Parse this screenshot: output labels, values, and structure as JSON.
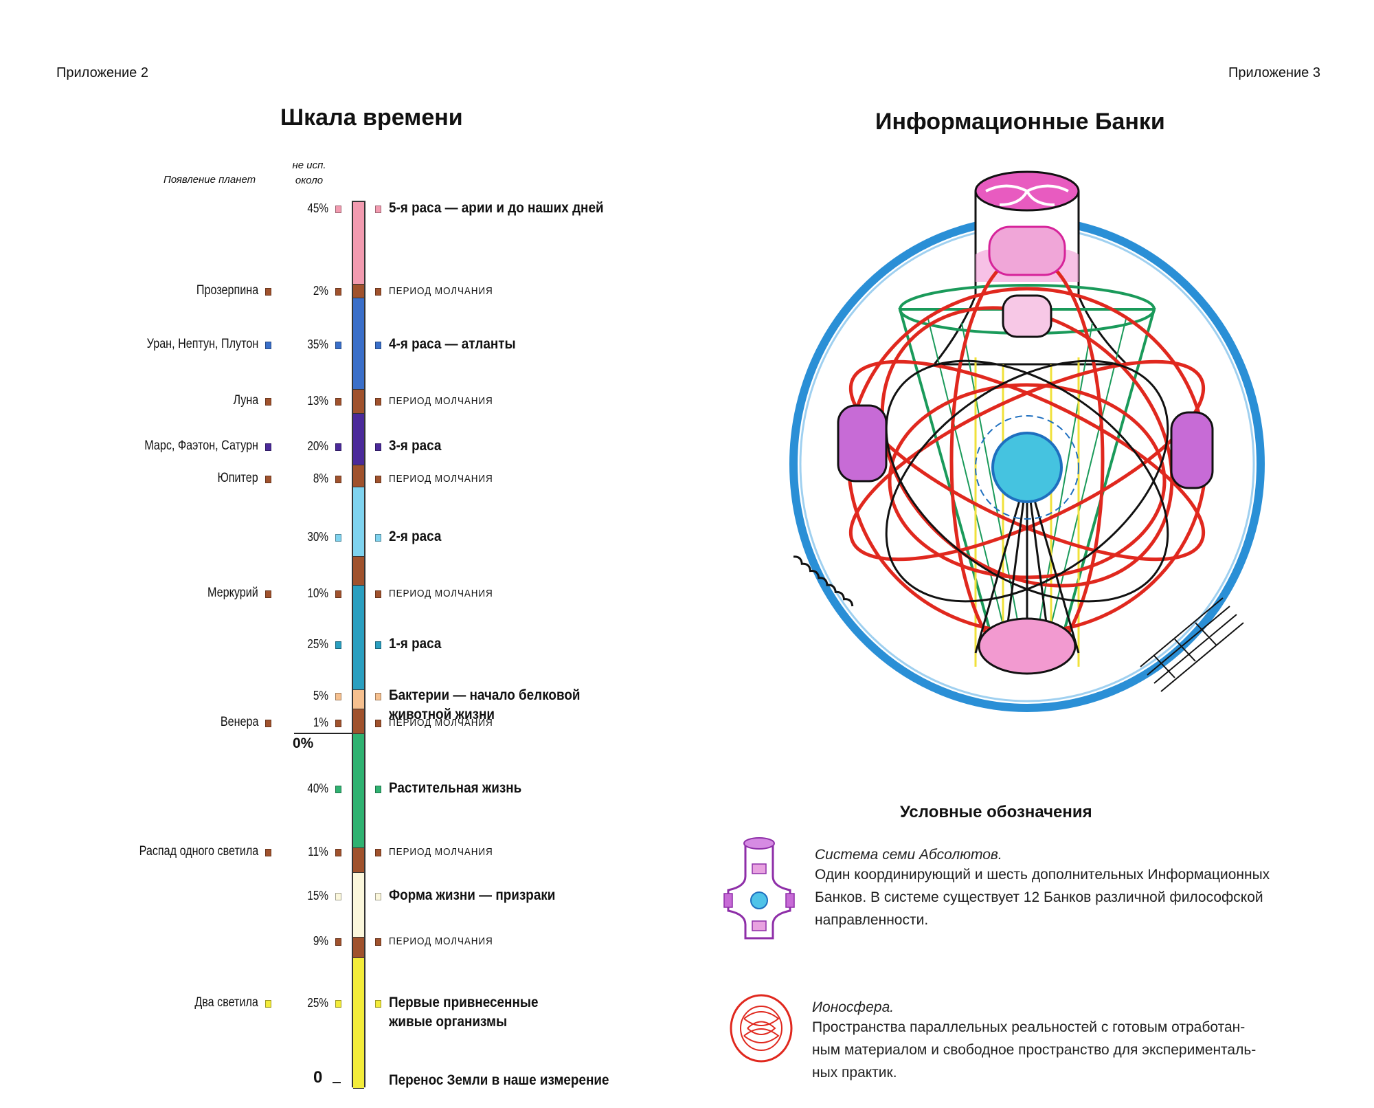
{
  "left_page": {
    "appendix": "Приложение 2",
    "title": "Шкала времени",
    "header_planets": "Появление планет",
    "header_pct_line1": "не исп.",
    "header_pct_line2": "около",
    "zero_mark": "0%",
    "bottom_zero": "0",
    "rows": [
      {
        "pct": "45%",
        "planet": "",
        "label": "5-я раса — арии и до наших дней",
        "color": "#f29bb0",
        "small": false
      },
      {
        "pct": "2%",
        "planet": "Прозерпина",
        "label": "ПЕРИОД МОЛЧАНИЯ",
        "color": "#a0522d",
        "small": true
      },
      {
        "pct": "35%",
        "planet": "Уран, Нептун, Плутон",
        "label": "4-я раса — атланты",
        "color": "#3a6fc9",
        "small": false
      },
      {
        "pct": "13%",
        "planet": "Луна",
        "label": "ПЕРИОД МОЛЧАНИЯ",
        "color": "#a0522d",
        "small": true
      },
      {
        "pct": "20%",
        "planet": "Марс, Фаэтон, Сатурн",
        "label": "3-я раса",
        "color": "#4b2a9a",
        "small": false
      },
      {
        "pct": "8%",
        "planet": "Юпитер",
        "label": "ПЕРИОД МОЛЧАНИЯ",
        "color": "#a0522d",
        "small": true
      },
      {
        "pct": "30%",
        "planet": "",
        "label": "2-я раса",
        "color": "#7fd3ef",
        "small": false
      },
      {
        "pct": "10%",
        "planet": "Меркурий",
        "label": "ПЕРИОД МОЛЧАНИЯ",
        "color": "#a0522d",
        "small": true
      },
      {
        "pct": "25%",
        "planet": "",
        "label": "1-я раса",
        "color": "#2a9fc0",
        "small": false
      },
      {
        "pct": "5%",
        "planet": "",
        "label": "Бактерии — начало белковой",
        "label2": "животной жизни",
        "color": "#f6c08f",
        "small": false
      },
      {
        "pct": "1%",
        "planet": "Венера",
        "label": "ПЕРИОД МОЛЧАНИЯ",
        "color": "#a0522d",
        "small": true
      },
      {
        "pct": "40%",
        "planet": "",
        "label": "Растительная жизнь",
        "color": "#2fb271",
        "small": false
      },
      {
        "pct": "11%",
        "planet": "Распад одного светила",
        "label": "ПЕРИОД МОЛЧАНИЯ",
        "color": "#a0522d",
        "small": true
      },
      {
        "pct": "15%",
        "planet": "",
        "label": "Форма жизни — призраки",
        "color": "#fbf7dc",
        "small": false
      },
      {
        "pct": "9%",
        "planet": "",
        "label": "ПЕРИОД МОЛЧАНИЯ",
        "color": "#a0522d",
        "small": true
      },
      {
        "pct": "25%",
        "planet": "Два светила",
        "label": "Первые привнесенные",
        "label2": "живые организмы",
        "color": "#f3ec3a",
        "small": false
      }
    ],
    "bottom_label": "Перенос Земли в наше измерение"
  },
  "right_page": {
    "appendix": "Приложение 3",
    "title": "Информационные   Банки",
    "legend_heading": "Условные обозначения",
    "legend": [
      {
        "title": "Система семи  Абсолютов.",
        "lines": [
          "Один координирующий и шесть дополнительных Информационных",
          "Банков. В системе существует 12 Банков различной философской",
          "направленности."
        ]
      },
      {
        "title": "Ионосфера.",
        "lines": [
          "Пространства параллельных реальностей с готовым отработан-",
          "ным материалом и свободное пространство для эксперименталь-",
          "ных практик."
        ]
      }
    ]
  },
  "colors": {
    "outer_ring": "#2a8fd6",
    "orbits": "#e0281e",
    "cone": "#1a9a5a",
    "bank": "#d6239a",
    "core": "#35b8d8"
  }
}
